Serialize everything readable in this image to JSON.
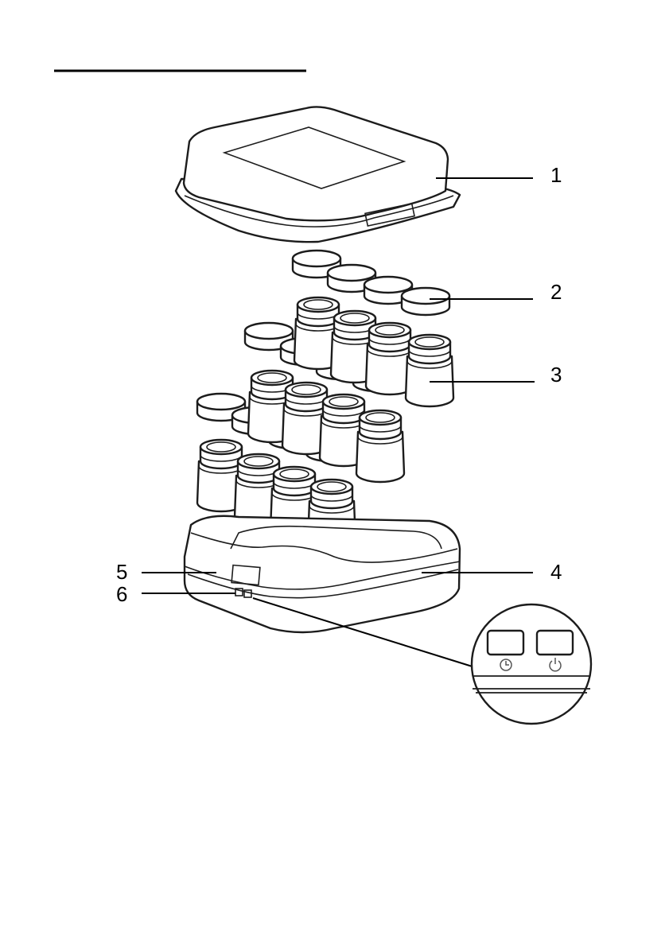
{
  "diagram": {
    "callouts": [
      {
        "id": "lid",
        "label": "1"
      },
      {
        "id": "cap",
        "label": "2"
      },
      {
        "id": "jar",
        "label": "3"
      },
      {
        "id": "base",
        "label": "4"
      },
      {
        "id": "display",
        "label": "5"
      },
      {
        "id": "buttons",
        "label": "6"
      }
    ],
    "zoom_icons": [
      "clock-icon",
      "power-icon"
    ]
  }
}
